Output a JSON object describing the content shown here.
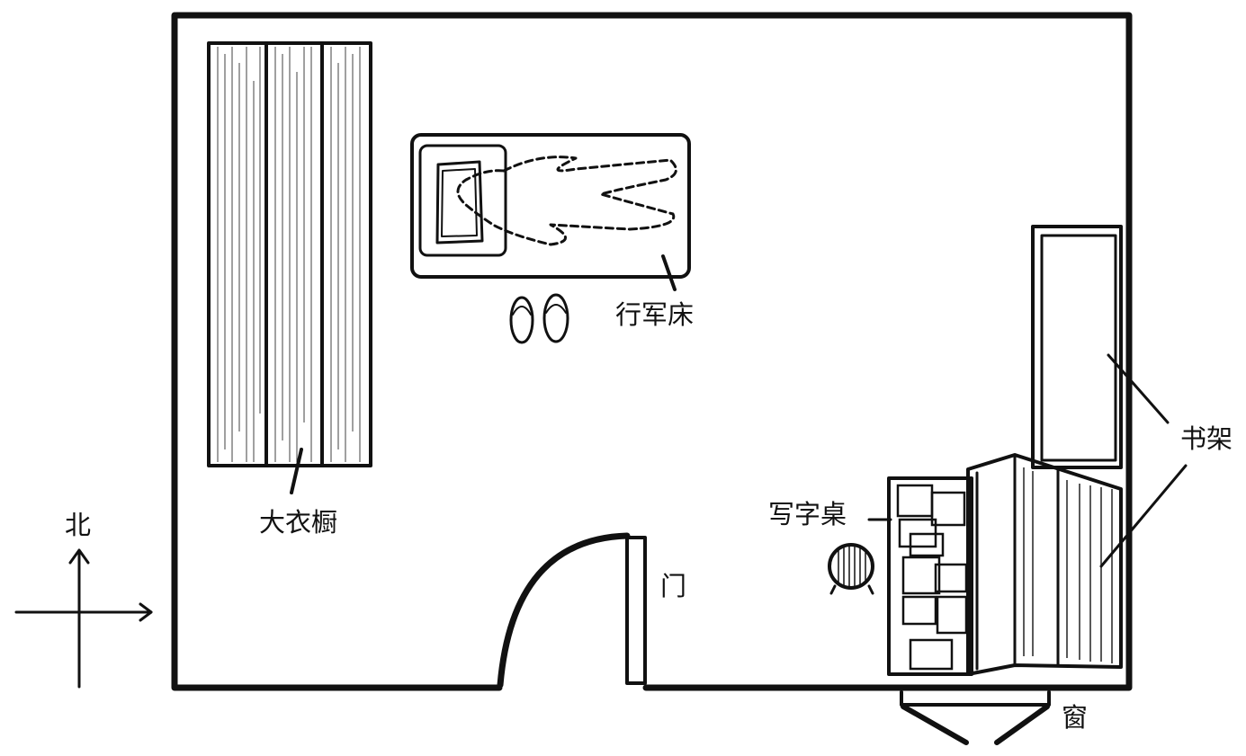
{
  "labels": {
    "north": "北",
    "wardrobe": "大衣橱",
    "cot": "行军床",
    "desk": "写字桌",
    "door": "门",
    "bookshelf": "书架",
    "window": "窗"
  },
  "colors": {
    "ink": "#111111",
    "background": "#ffffff"
  },
  "icons": {
    "compass": "north-east-arrows",
    "slippers": "slippers-icon",
    "pillow": "pillow-icon"
  }
}
